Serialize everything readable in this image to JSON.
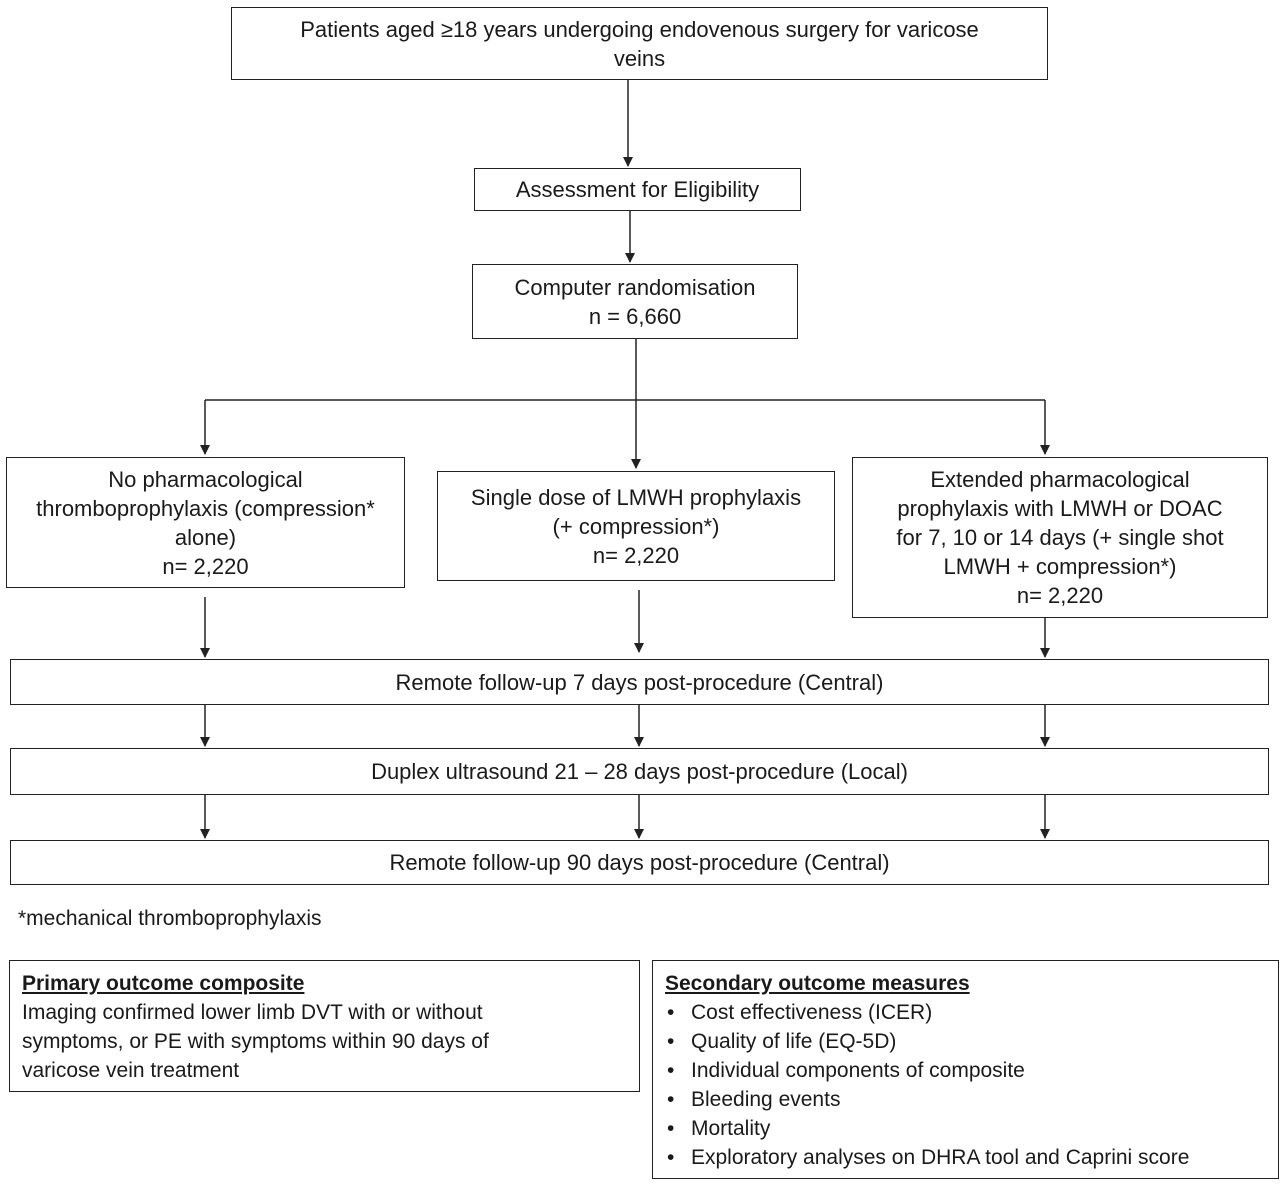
{
  "flow": {
    "patients": "Patients aged ≥18 years undergoing endovenous surgery for varicose\nveins",
    "assessment": "Assessment for Eligibility",
    "randomisation": "Computer randomisation\nn = 6,660",
    "arm_no_pharm": "No pharmacological\nthromboprophylaxis (compression*\nalone)\nn= 2,220",
    "arm_single_dose": "Single dose of LMWH prophylaxis\n(+ compression*)\nn= 2,220",
    "arm_extended": "Extended pharmacological\nprophylaxis with LMWH or DOAC\nfor 7, 10 or 14 days (+ single shot\nLMWH + compression*)\nn= 2,220",
    "followup_7": "Remote follow-up  7 days post-procedure (Central)",
    "duplex": "Duplex ultrasound  21 – 28 days post-procedure (Local)",
    "followup_90": "Remote follow-up  90 days post-procedure (Central)"
  },
  "footnote": "*mechanical thromboprophylaxis",
  "primary": {
    "heading": "Primary outcome composite",
    "body": "Imaging confirmed lower limb DVT with or without\nsymptoms, or PE with symptoms within 90 days of\nvaricose vein treatment"
  },
  "secondary": {
    "heading": "Secondary outcome measures",
    "items": [
      "Cost effectiveness (ICER)",
      "Quality of life (EQ-5D)",
      "Individual  components  of composite",
      "Bleeding events",
      "Mortality",
      "Exploratory  analyses on DHRA tool and Caprini score"
    ]
  }
}
